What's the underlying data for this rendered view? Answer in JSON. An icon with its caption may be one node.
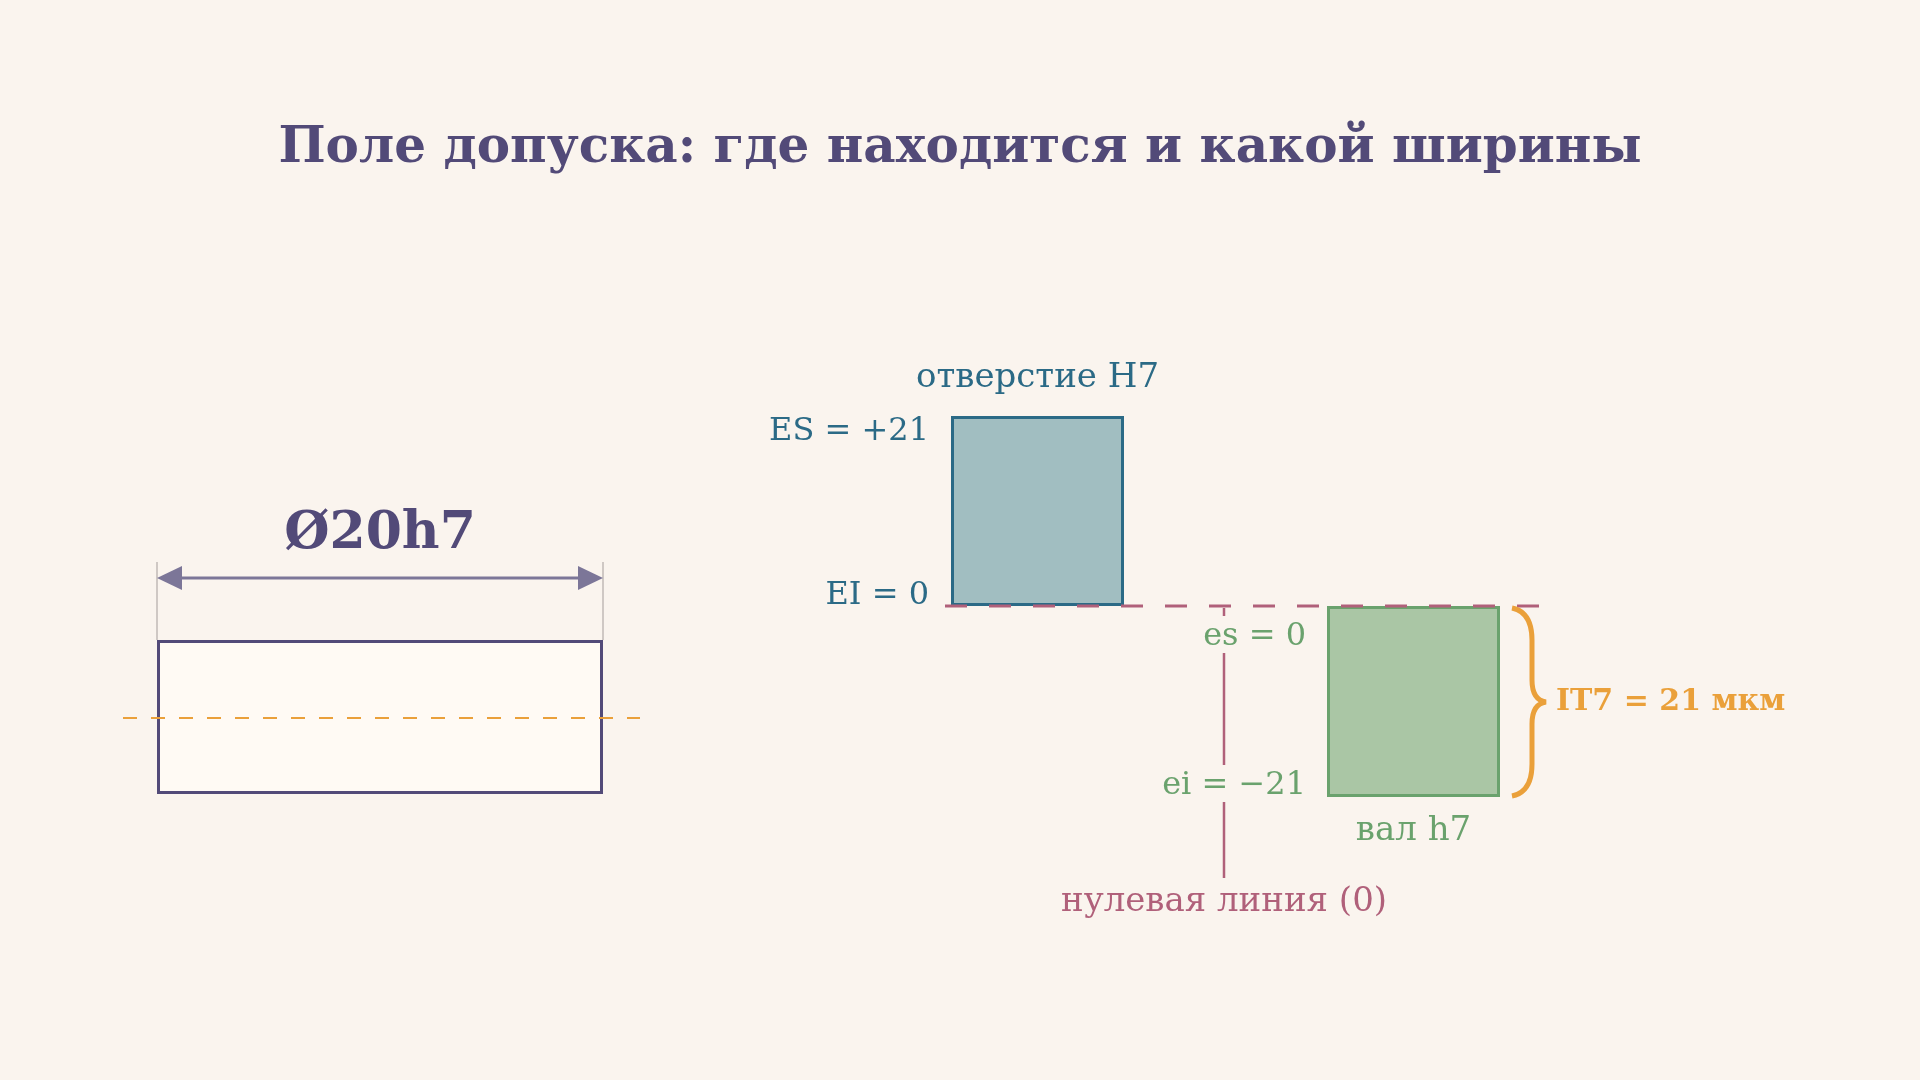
{
  "diagram": {
    "title": "Поле допуска: где находится и какой ширины",
    "nodes": [
      {
        "text": [],
        "shape": "box"
      },
      {
        "text": [
          "отверстие H7"
        ],
        "beside": [
          "ES = +21",
          "EI = 0"
        ]
      },
      {
        "text": [
          "вал h7"
        ],
        "beside": [
          "es = 0",
          "ei = −21"
        ]
      },
      {
        "text": [],
        "shape": "bar"
      },
      {
        "text": [
          "нулевая линия (0)"
        ]
      }
    ],
    "edges": [
      {
        "from": 4,
        "to": 3,
        "arrow": "none"
      }
    ],
    "labels": [
      "Ø20h7",
      "IT7 = 21 мкм"
    ]
  }
}
